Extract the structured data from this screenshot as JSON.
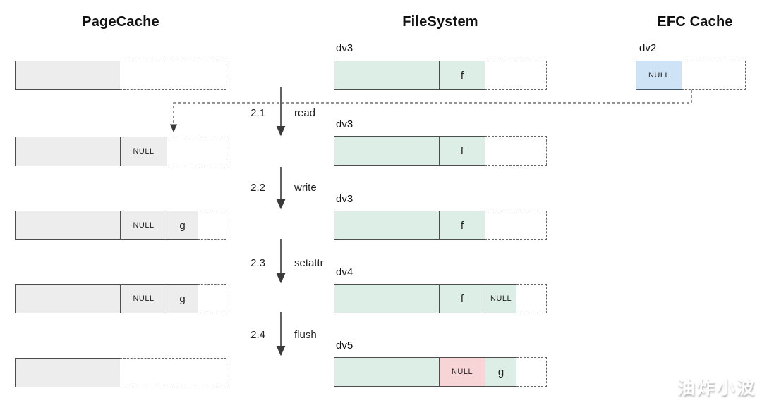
{
  "pagecache": {
    "title": "PageCache",
    "rows": [
      {
        "cells": []
      },
      {
        "cells": [
          "NULL"
        ]
      },
      {
        "cells": [
          "NULL",
          "g"
        ]
      },
      {
        "cells": [
          "NULL",
          "g"
        ]
      },
      {
        "cells": []
      }
    ]
  },
  "filesystem": {
    "title": "FileSystem",
    "rows": [
      {
        "version": "dv3",
        "cells": [
          "f"
        ]
      },
      {
        "version": "dv3",
        "cells": [
          "f"
        ]
      },
      {
        "version": "dv3",
        "cells": [
          "f"
        ]
      },
      {
        "version": "dv4",
        "cells": [
          "f",
          "NULL"
        ]
      },
      {
        "version": "dv5",
        "cells": [
          "NULL",
          "g"
        ]
      }
    ]
  },
  "efc": {
    "title": "EFC Cache",
    "version": "dv2",
    "cells": [
      "NULL"
    ]
  },
  "steps": [
    {
      "num": "2.1",
      "label": "read"
    },
    {
      "num": "2.2",
      "label": "write"
    },
    {
      "num": "2.3",
      "label": "setattr"
    },
    {
      "num": "2.4",
      "label": "flush"
    }
  ],
  "watermark": "油炸小波",
  "colors": {
    "box_gray": "#ededed",
    "box_green": "#ddeee6",
    "box_blue": "#cfe3f7",
    "box_pink": "#f7d5d7",
    "stroke": "#4d4d4d",
    "dash": "#666666"
  }
}
